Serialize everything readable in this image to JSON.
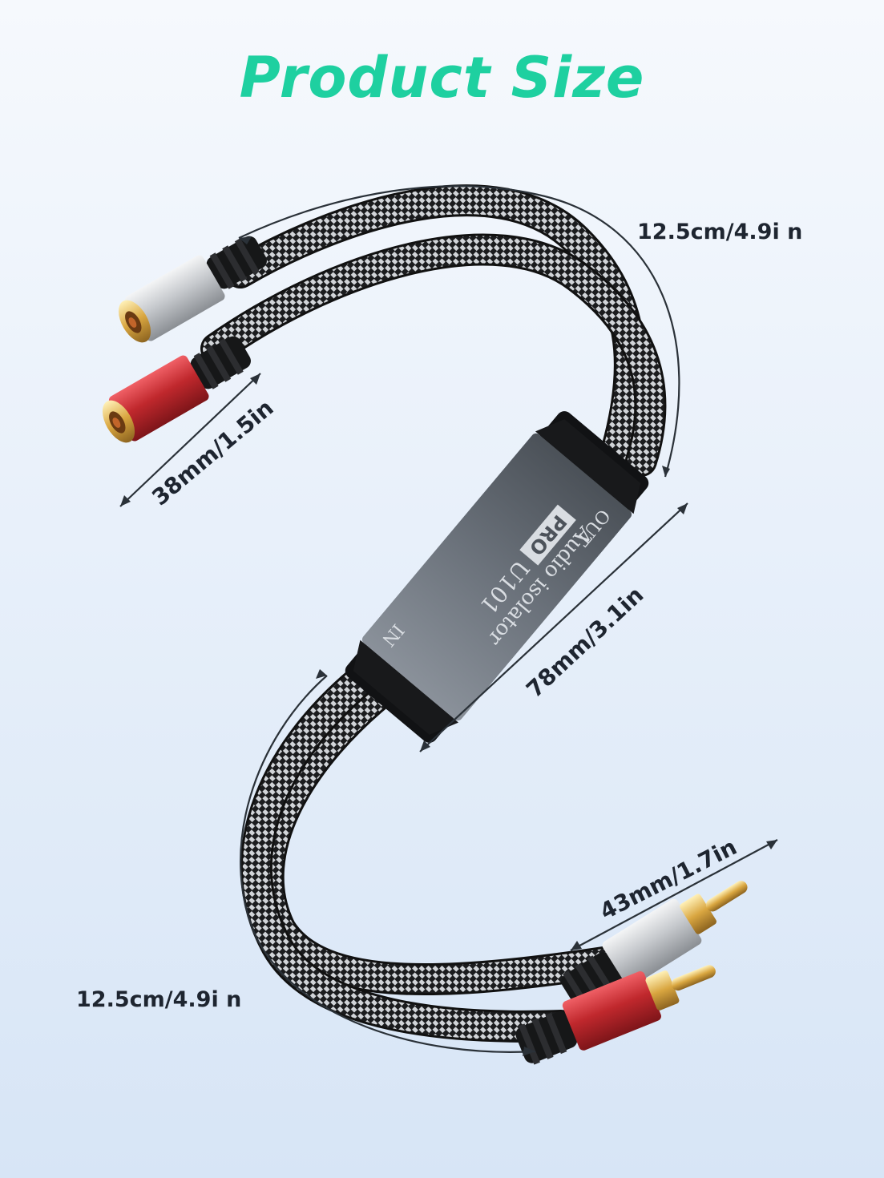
{
  "title": "Product Size",
  "colors": {
    "title": "#1ed0a0",
    "cable_black": "#1b1c1e",
    "braid_white": "#cfd2d6",
    "connector_red": "#c0282d",
    "connector_silver": "#c9ccd0",
    "gold": "#d9a640",
    "box_body": "#6f7680",
    "box_cap": "#111214"
  },
  "dimensions": {
    "top_cable": "12.5cm/4.9i n",
    "bottom_cable": "12.5cm/4.9i n",
    "female_connector": "38mm/1.5in",
    "isolator_body": "78mm/3.1in",
    "male_connector": "43mm/1.7in"
  },
  "device": {
    "out_label": "OUT",
    "in_label": "IN",
    "brand": "PRO",
    "model": "U101",
    "product_name": "Audio isolator"
  }
}
